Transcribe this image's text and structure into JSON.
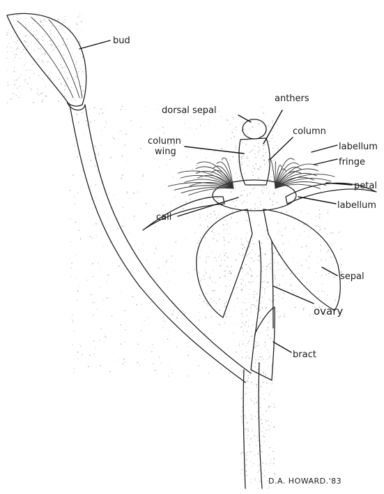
{
  "labels": {
    "bud": "bud",
    "dorsal_sepal": "dorsal sepal",
    "anthers": "anthers",
    "column": "column",
    "column_wing_line1": "column",
    "column_wing_line2": "wing",
    "labellum_top": "labellum",
    "fringe": "fringe",
    "petal": "petal",
    "labellum_mid": "labellum",
    "callus": "call",
    "sepal": "sepal",
    "ovary": "ovary",
    "bract": "bract"
  },
  "signature": "D.A. HOWARD.'83",
  "colors": {
    "ink": "#222222",
    "paper": "#ffffff",
    "stipple": "#555555"
  }
}
